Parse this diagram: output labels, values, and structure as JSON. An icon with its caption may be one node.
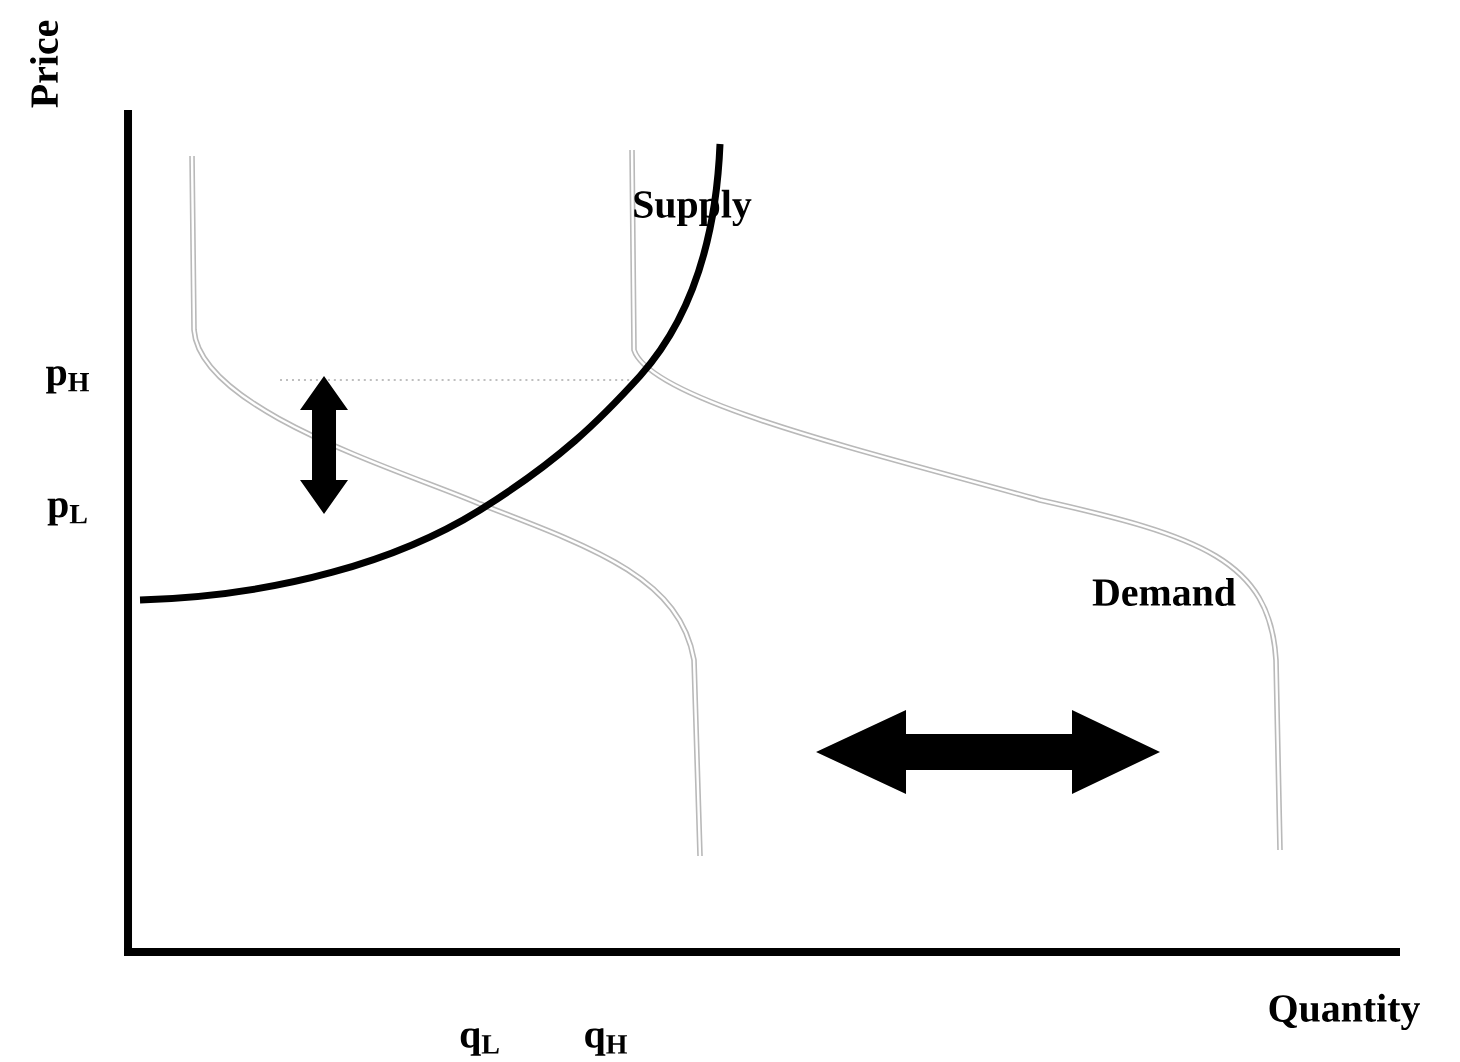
{
  "diagram": {
    "labels": [
      "Price",
      "Supply",
      "p$_{H}$",
      "p$_{L}$",
      "Demand",
      "q$_{L}$",
      "q$_{H}$",
      "Quantity"
    ]
  }
}
